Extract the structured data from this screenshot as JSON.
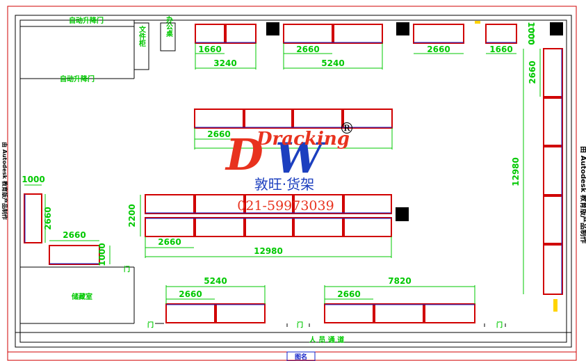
{
  "labels": {
    "auto_door_top": "自动升降门",
    "auto_door_mid": "自动升降门",
    "file_cabinet": "文件柜",
    "office_desk": "办公桌",
    "storage_room": "储藏室",
    "door": "门",
    "aisle": "人 员 通 道",
    "drawing_title": "图名"
  },
  "dimensions": {
    "d1660_a": "1660",
    "d3240": "3240",
    "d2660_top": "2660",
    "d5240_top": "5240",
    "d2660_top2": "2660",
    "d1660_b": "1660",
    "d1000_top": "1000",
    "d2660_right": "2660",
    "d12980_right": "12980",
    "d2660_mid": "2660",
    "d2200": "2200",
    "d2660_mid2": "2660",
    "d12980_mid": "12980",
    "d1000_left": "1000",
    "d2660_left_v": "2660",
    "d2660_left_h": "2660",
    "d1000_left_b": "1000",
    "d5240_bot": "5240",
    "d2660_bot1": "2660",
    "d7820_bot": "7820",
    "d2660_bot2": "2660"
  },
  "logo": {
    "brand_italic": "Dracking",
    "brand_letters": "DW",
    "registered": "®",
    "company": "敦旺·货架",
    "phone": "021-59973039"
  },
  "edge_text": {
    "left": "由 Autodesk 教育版产品制作",
    "right": "由 Autodesk 教育版产品制作"
  },
  "colors": {
    "shelf_red": "#d00000",
    "shelf_blue": "#1020c8",
    "dim_green": "#00c800",
    "frame_red": "#d00000",
    "logo_red": "#e8321e",
    "logo_blue": "#1c3fbf"
  }
}
